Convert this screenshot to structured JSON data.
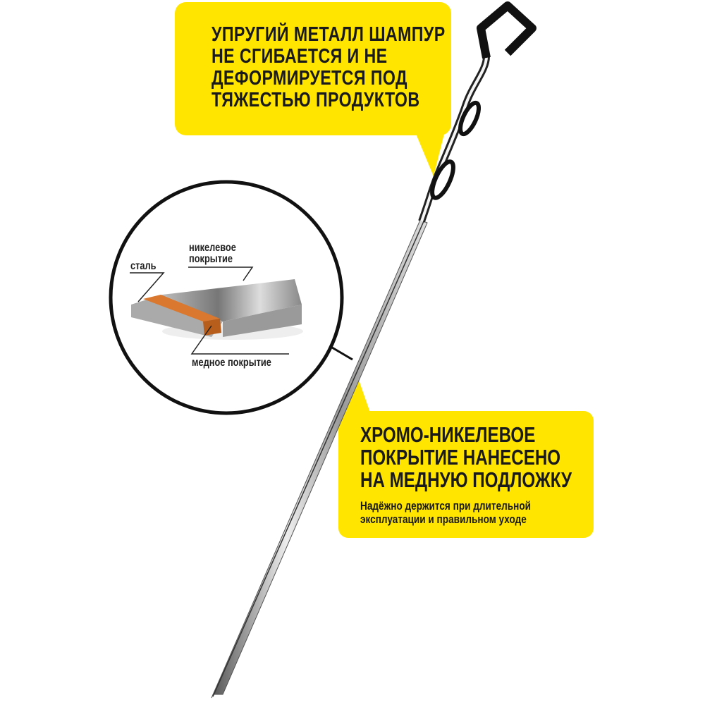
{
  "colors": {
    "callout": "#FFE500",
    "copper": "#D9782E",
    "text": "#1a1a1a"
  },
  "callout_top": {
    "lines": [
      "УПРУГИЙ МЕТАЛЛ ШАМПУР",
      "НЕ СГИБАЕТСЯ И НЕ",
      "ДЕФОРМИРУЕТСЯ ПОД",
      "ТЯЖЕСТЬЮ ПРОДУКТОВ"
    ]
  },
  "callout_bottom": {
    "lines": [
      "ХРОМО-НИКЕЛЕВОЕ",
      "ПОКРЫТИЕ НАНЕСЕНО",
      "НА МЕДНУЮ ПОДЛОЖКУ"
    ],
    "sub": [
      "Надёжно держится при длительной",
      "эксплуатации и правильном уходе"
    ]
  },
  "diagram": {
    "steel": "сталь",
    "nickel": [
      "никелевое",
      "покрытие"
    ],
    "copper": "медное покрытие"
  }
}
